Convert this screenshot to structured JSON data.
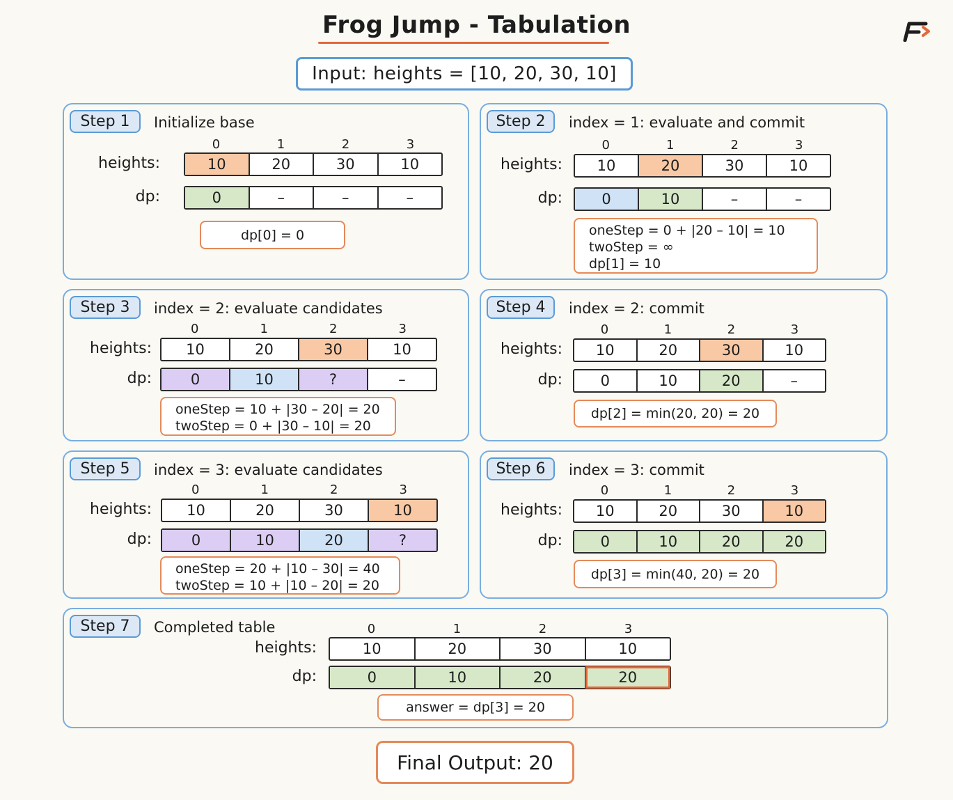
{
  "title": "Frog Jump - Tabulation",
  "input": "Input:  heights  =  [10, 20, 30, 10]",
  "colors": {
    "accent_orange": "#e3683a",
    "panel_blue": "#78aee0",
    "cell_orange": "#f8c9a4",
    "cell_green": "#d6e8c8",
    "cell_blue": "#cfe2f6",
    "cell_purple": "#dccdf4"
  },
  "logo_icon": "brand-logo-icon",
  "labels": {
    "heights": "heights:",
    "dp": "dp:"
  },
  "indices": [
    "0",
    "1",
    "2",
    "3"
  ],
  "steps": [
    {
      "badge": "Step 1",
      "heading": "Initialize base",
      "heights": [
        "10",
        "20",
        "30",
        "10"
      ],
      "heights_colors": [
        "orange",
        "",
        "",
        ""
      ],
      "dp": [
        "0",
        "–",
        "–",
        "–"
      ],
      "dp_colors": [
        "green",
        "",
        "",
        ""
      ],
      "notes": [
        "dp[0]  =  0"
      ]
    },
    {
      "badge": "Step 2",
      "heading": "index  =  1:  evaluate  and  commit",
      "heights": [
        "10",
        "20",
        "30",
        "10"
      ],
      "heights_colors": [
        "",
        "orange",
        "",
        ""
      ],
      "dp": [
        "0",
        "10",
        "–",
        "–"
      ],
      "dp_colors": [
        "blue",
        "green",
        "",
        ""
      ],
      "notes": [
        "oneStep  =  0  +  |20 – 10|  =  10",
        "twoStep  =  ∞",
        "dp[1]  =  10"
      ]
    },
    {
      "badge": "Step 3",
      "heading": "index  =  2:  evaluate  candidates",
      "heights": [
        "10",
        "20",
        "30",
        "10"
      ],
      "heights_colors": [
        "",
        "",
        "orange",
        ""
      ],
      "dp": [
        "0",
        "10",
        "?",
        "–"
      ],
      "dp_colors": [
        "purple",
        "blue",
        "purple",
        ""
      ],
      "notes": [
        "oneStep  =  10  +  |30  –  20|  =  20",
        "twoStep  =  0  +  |30  –  10|  =  20"
      ]
    },
    {
      "badge": "Step 4",
      "heading": "index  =  2:  commit",
      "heights": [
        "10",
        "20",
        "30",
        "10"
      ],
      "heights_colors": [
        "",
        "",
        "orange",
        ""
      ],
      "dp": [
        "0",
        "10",
        "20",
        "–"
      ],
      "dp_colors": [
        "",
        "",
        "green",
        ""
      ],
      "notes": [
        "dp[2]  =  min(20, 20)  =  20"
      ]
    },
    {
      "badge": "Step 5",
      "heading": "index  =  3:  evaluate  candidates",
      "heights": [
        "10",
        "20",
        "30",
        "10"
      ],
      "heights_colors": [
        "",
        "",
        "",
        "orange"
      ],
      "dp": [
        "0",
        "10",
        "20",
        "?"
      ],
      "dp_colors": [
        "purple",
        "purple",
        "blue",
        "purple"
      ],
      "notes": [
        "oneStep  =  20  +  |10  –  30|  =  40",
        "twoStep  =  10  +  |10  –  20|  =  20"
      ]
    },
    {
      "badge": "Step 6",
      "heading": "index  =  3:  commit",
      "heights": [
        "10",
        "20",
        "30",
        "10"
      ],
      "heights_colors": [
        "",
        "",
        "",
        "orange"
      ],
      "dp": [
        "0",
        "10",
        "20",
        "20"
      ],
      "dp_colors": [
        "green",
        "green",
        "green",
        "green"
      ],
      "notes": [
        "dp[3]  =  min(40, 20)  =  20"
      ]
    },
    {
      "badge": "Step 7",
      "heading": "Completed  table",
      "heights": [
        "10",
        "20",
        "30",
        "10"
      ],
      "heights_colors": [
        "",
        "",
        "",
        ""
      ],
      "dp": [
        "0",
        "10",
        "20",
        "20"
      ],
      "dp_colors": [
        "green",
        "green",
        "green",
        "green"
      ],
      "dp_highlight": 3,
      "notes": [
        "answer  =  dp[3]  =  20"
      ]
    }
  ],
  "final_output": "Final  Output:  20"
}
